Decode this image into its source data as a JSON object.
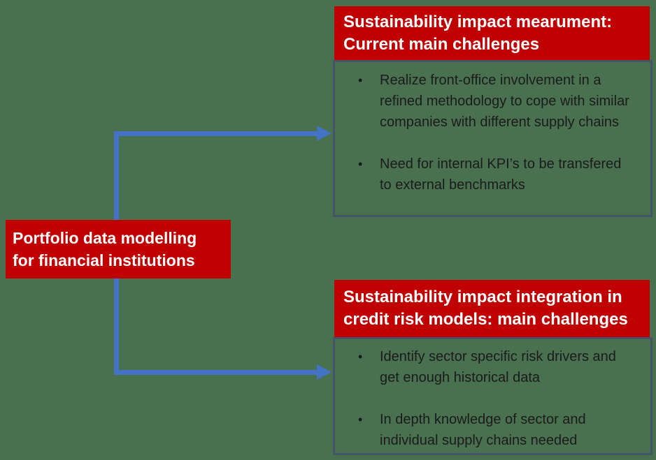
{
  "colors": {
    "background_green": "#497150",
    "box_red": "#C00000",
    "arrow_blue": "#4472C4",
    "panel_border": "#44546A",
    "header_text": "#FFFFFF",
    "body_text": "#1B1B1B"
  },
  "left_box": {
    "title_lines": [
      "Portfolio data modelling",
      "for financial institutions"
    ]
  },
  "top_panel": {
    "title_lines": [
      "Sustainability impact mearument:",
      "Current main challenges"
    ],
    "bullets": [
      "Realize front-office involvement in a refined methodology to cope with similar companies with different supply chains",
      "Need for internal KPI’s to be transfered to external benchmarks"
    ]
  },
  "bottom_panel": {
    "title_lines": [
      "Sustainability impact integration in",
      "credit risk models: main challenges"
    ],
    "bullets": [
      "Identify sector specific risk drivers and get enough historical data",
      "In depth knowledge of sector and individual supply chains needed"
    ]
  },
  "bullet_glyph": "•"
}
